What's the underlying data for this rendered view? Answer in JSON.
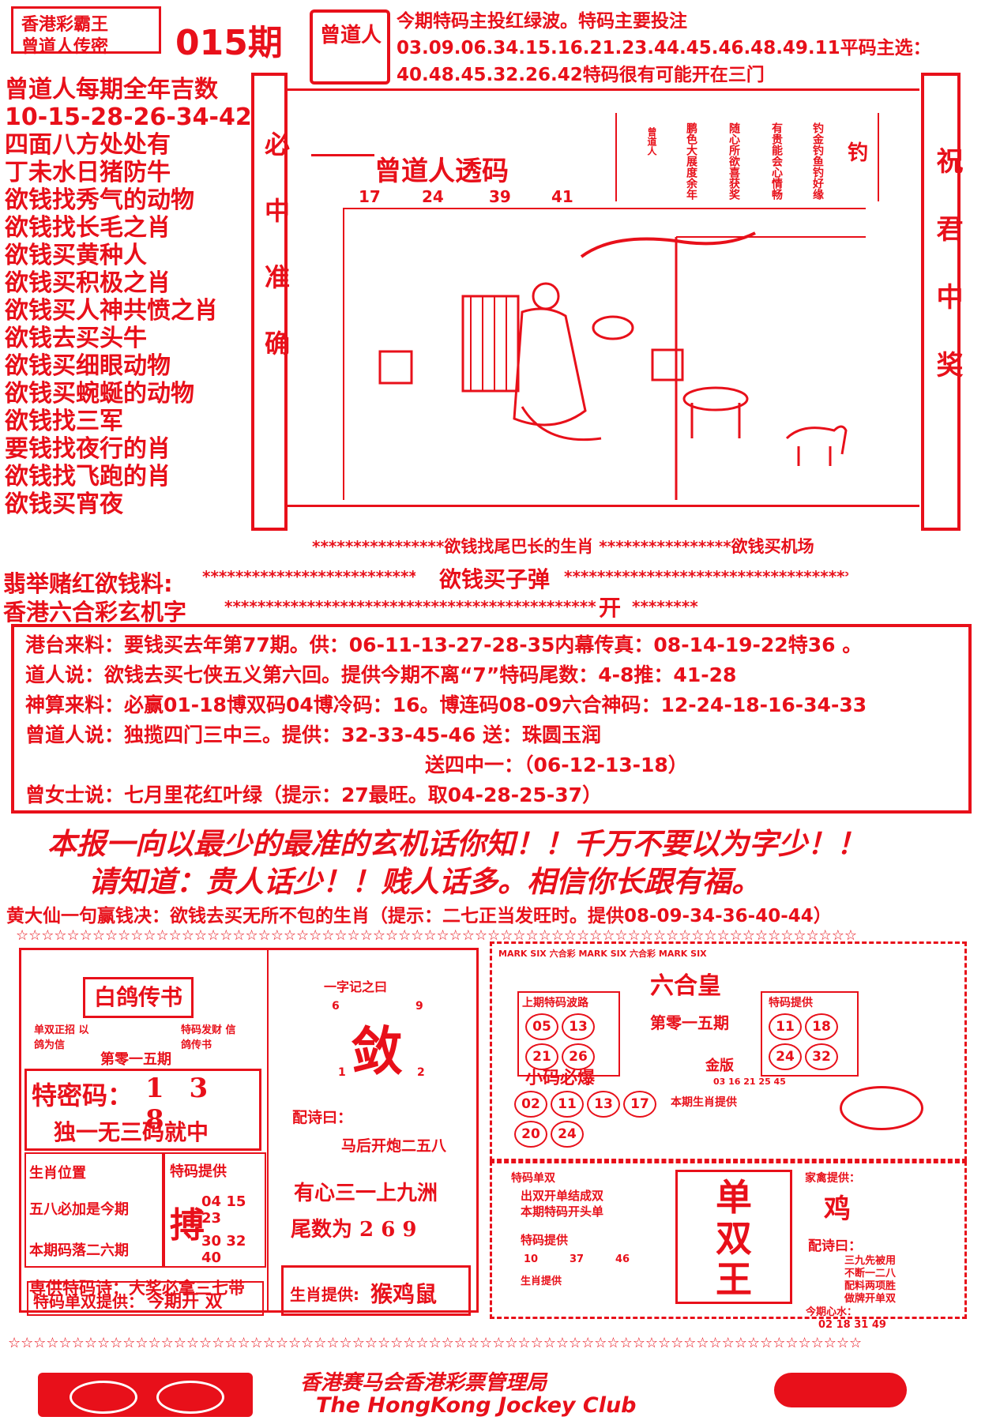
{
  "header": {
    "logo_line1": "香港彩霸王",
    "logo_line2": "曾道人传密",
    "issue": "015期",
    "seal": "曾道人",
    "notice": "今期特码主投红绿波。特码主要投注03.09.06.34.15.16.21.23.44.45.46.48.49.11平码主选：40.48.45.32.26.42特码很有可能开在三门"
  },
  "left_list": [
    "曾道人每期全年吉数",
    "10-15-28-26-34-42",
    "四面八方处处有",
    "丁未水日猪防牛",
    "欲钱找秀气的动物",
    "欲钱找长毛之肖",
    "欲钱买黄种人",
    "欲钱买积极之肖",
    "欲钱买人神共愤之肖",
    "欲钱去买头牛",
    "欲钱买细眼动物",
    "欲钱买蜿蜒的动物",
    "欲钱找三军",
    "要钱找夜行的肖",
    "欲钱找飞跑的肖",
    "欲钱买宵夜"
  ],
  "scroll": {
    "left_text": "必中准确",
    "right_text": "祝君中奖",
    "title": "曾道人透码",
    "numbers": [
      "17",
      "24",
      "39",
      "41"
    ],
    "poem_cols": [
      "钓金钓鱼钓好缘",
      "有贵能会心情畅",
      "随心所欲喜获奖",
      "鹏色大展度余年",
      "曾道人"
    ],
    "poem_head": "钓"
  },
  "middle": {
    "star_line_text1": "欲钱找尾巴长的生肖",
    "star_line_text2": "欲钱买机场",
    "line2_label": "翡举赌红欲钱料:",
    "line2_mid": "欲钱买子弹",
    "line3_label": "香港六合彩玄机字",
    "line3_end": "开"
  },
  "info_box": [
    "港台来料：要钱买去年第77期。供：06-11-13-27-28-35内幕传真：08-14-19-22特36 。",
    "道人说：欲钱去买七侠五义第六回。提供今期不离“7”特码尾数：4-8推：41-28",
    "神算来料：必赢01-18博双码04博冷码：16。博连码08-09六合神码：12-24-18-16-34-33",
    "曾道人说：独揽四门三中三。提供：32-33-45-46 送：珠圆玉润",
    "送四中一：（06-12-13-18）",
    "曾女士说：七月里花红叶绿（提示：27最旺。取04-28-25-37）"
  ],
  "slogan1": "本报一向以最少的最准的玄机话你知！！千万不要以为字少！！",
  "slogan2": "请知道：贵人话少！！贱人话多。相信你长跟有福。",
  "huang": "黄大仙一句赢钱决：欲钱去买无所不包的生肖（提示：二七正当发旺时。提供08-09-34-36-40-44）",
  "bottom_left": {
    "title": "白鸽传书",
    "sub_left": "单双正招 以鸽为信",
    "sub_right": "特码发财 信鸽传书",
    "issue": "第零一五期",
    "tema_label": "特密码：",
    "tema_nums": "1 3 8",
    "tema_sub": "独一无三码就中",
    "sx_label": "生肖位置",
    "sx_line1": "五八必加是今期",
    "sx_line2": "本期码落二六期",
    "tg_label": "特码提供",
    "tg_char": "搏",
    "tg_nums1": "04 15 23",
    "tg_nums2": "30 32 40",
    "poem": "専供特码诗：大奖必拿三七带",
    "ds_label": "特码单双提供：",
    "ds_val": "今期开 双"
  },
  "bottom_mid": {
    "head": "一字记之曰",
    "n6": "6",
    "n9": "9",
    "n1": "1",
    "n2": "2",
    "big_char": "敛",
    "pei_label": "配诗曰：",
    "pei_text": "马后开炮二五八",
    "slogan": "有心三一上九洲",
    "tail": "尾数为 2 6 9",
    "sx_label": "生肖提供:",
    "sx_val": "猴鸡鼠"
  },
  "bottom_right": {
    "band": "MARK SIX 六合彩 MARK SIX 六合彩 MARK SIX",
    "logo": "六合皇",
    "bo_label": "上期特码波路",
    "bo_nums": [
      "05",
      "13",
      "21",
      "26"
    ],
    "tema_label": "特码提供",
    "tema_nums": [
      "11",
      "18",
      "24",
      "32"
    ],
    "center1": "第零一五期",
    "center2": "金版",
    "small_nums": "03 16 21 25 45",
    "xiaoma": "小码必爆",
    "xiao_nums": [
      "02",
      "11",
      "13",
      "17",
      "20",
      "24"
    ],
    "benqi": "本期生肖提供",
    "shuang_label": "特码单双",
    "shuang_text1": "出双开单结成双",
    "shuang_text2": "本期特码开头单",
    "tema_tigong": "特码提供",
    "tg_nums": [
      "10",
      "37",
      "46"
    ],
    "sx_label": "生肖提供",
    "king": "单双王",
    "right_label": "家禽提供：",
    "right_char": "鸡",
    "pei_label": "配诗曰：",
    "pei_lines": [
      "三九先被用",
      "不断一二八",
      "配料两项胜",
      "做牌开单双"
    ],
    "jinqi": "今期心水：",
    "last_nums": "02 18 31 49"
  },
  "footer": {
    "cn": "香港赛马会香港彩票管理局",
    "en": "The HongKong Jockey Club"
  }
}
